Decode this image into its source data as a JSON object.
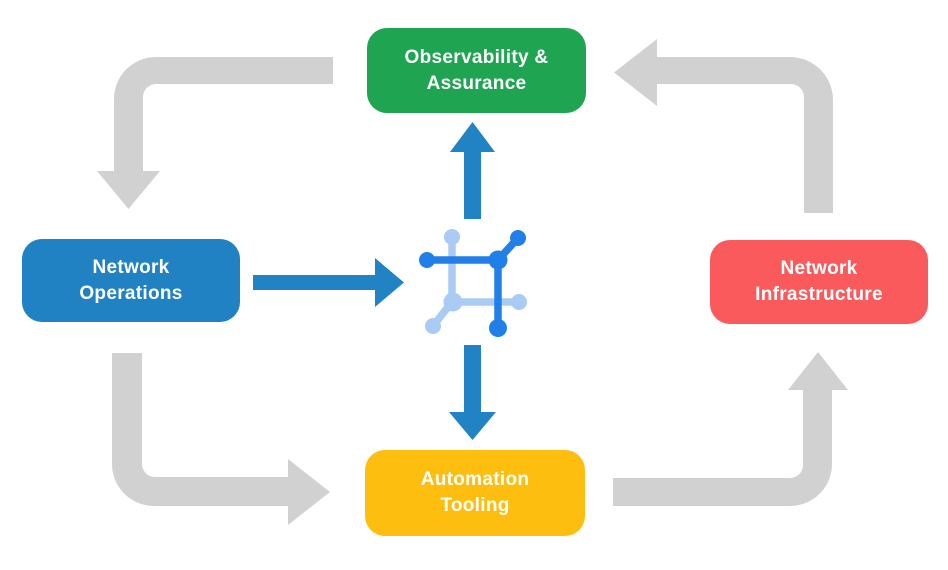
{
  "diagram": {
    "background_color": "#ffffff",
    "text_color": "#ffffff",
    "nodes": {
      "observability": {
        "lines": [
          "Observability &",
          "Assurance"
        ],
        "color": "#1FA551"
      },
      "operations": {
        "lines": [
          "Network",
          "Operations"
        ],
        "color": "#2182C3"
      },
      "infrastructure": {
        "lines": [
          "Network",
          "Infrastructure"
        ],
        "color": "#FB5A5C"
      },
      "automation": {
        "lines": [
          "Automation",
          "Tooling"
        ],
        "color": "#FEBE10"
      }
    },
    "arrow_colors": {
      "gray": "#D1D1D1",
      "blue": "#2182C4"
    },
    "center_icon": {
      "name": "network-hub-icon",
      "dark_color": "#2180E8",
      "light_color": "#A9CBF4"
    },
    "connections": [
      {
        "from": "Observability & Assurance",
        "to": "Network Operations",
        "style": "gray-elbow"
      },
      {
        "from": "Network Operations",
        "to": "Automation Tooling",
        "style": "gray-elbow"
      },
      {
        "from": "Automation Tooling",
        "to": "Network Infrastructure",
        "style": "gray-elbow"
      },
      {
        "from": "Network Infrastructure",
        "to": "Observability & Assurance",
        "style": "gray-elbow"
      },
      {
        "from": "Network Operations",
        "to": "center-hub",
        "style": "blue-straight"
      },
      {
        "from": "center-hub",
        "to": "Observability & Assurance",
        "style": "blue-straight"
      },
      {
        "from": "center-hub",
        "to": "Automation Tooling",
        "style": "blue-straight"
      }
    ]
  }
}
